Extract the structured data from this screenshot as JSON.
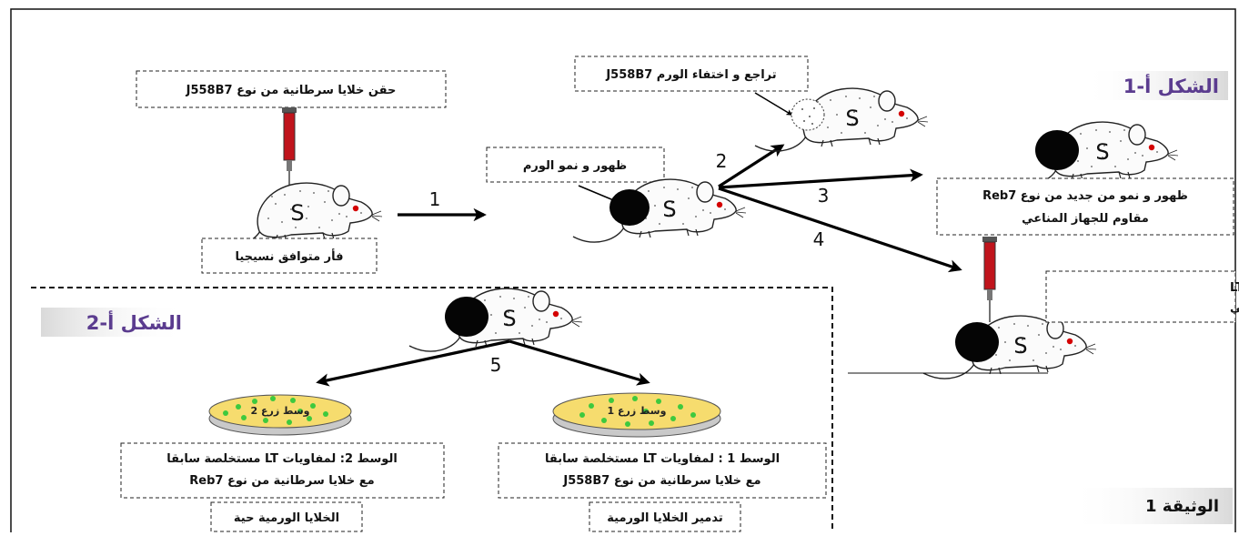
{
  "figure_titles": {
    "fig_a1": "الشكل أ-1",
    "fig_a2": "الشكل أ-2",
    "document": "الوثيقة 1"
  },
  "arrows": {
    "step1": "1",
    "step2": "2",
    "step3": "3",
    "step4": "4",
    "step5": "5"
  },
  "labels": {
    "injection": "حقن خلايا سرطانية من نوع J558B7",
    "mouse_type": "فأر متوافق نسيجيا",
    "tumor_growth": "ظهور و نمو الورم",
    "regression": "تراجع و اختفاء الورم J558B7",
    "regrowth_line1": "ظهور و نمو من جديد من نوع Reb7",
    "regrowth_line2": "مقاوم للجهاز المناعي",
    "extraction_line1": "استخلاص لمفاويات LT",
    "extraction_line2": "محسسة ضد الورم السرطاني",
    "medium1_line1": "الوسط 1 : لمفاويات LT مستخلصة سابقا",
    "medium1_line2": "مع خلايا سرطانية من نوع J558B7",
    "medium1_result": "تدمير الخلايا الورمية",
    "medium2_line1": "الوسط 2: لمفاويات LT مستخلصة سابقا",
    "medium2_line2": "مع خلايا سرطانية من نوع Reb7",
    "medium2_result": "الخلايا الورمية حية",
    "dish1": "وسط زرع 1",
    "dish2": "وسط زرع 2",
    "mouse_letter": "S"
  },
  "colors": {
    "title_purple": "#5b3c8f",
    "syringe_red": "#c0141c",
    "eye_red": "#d40000",
    "dish_yellow": "#f6dc6e",
    "colony_green": "#3ec93e",
    "tumor_black": "#050505"
  }
}
